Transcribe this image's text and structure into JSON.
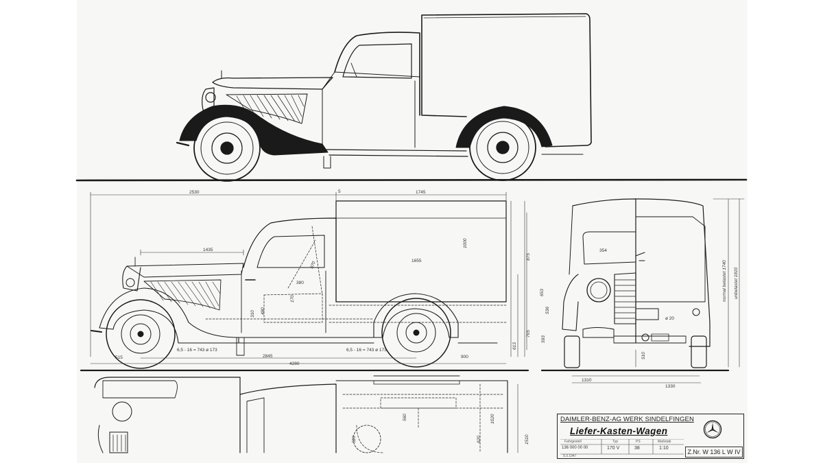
{
  "title_block": {
    "maker": "DAIMLER-BENZ-AG WERK SINDELFINGEN",
    "name": "Liefer-Kasten-Wagen",
    "headers": [
      "Fahrgestell",
      "Typ",
      "PS",
      "Maßstab"
    ],
    "values": [
      "136 000 00 00",
      "170 V",
      "38",
      "1:10"
    ],
    "date": "9.3.1947",
    "drawing_number": "Z.Nr. W 136 L W IV"
  },
  "dimensions": {
    "overall_length": "4280",
    "wheelbase": "2845",
    "front_to_bulkhead": "2530",
    "box_length": "1745",
    "box_inner": "1655",
    "box_height": "1000",
    "hood_length": "1435",
    "front_overhang": "515",
    "rear_overhang": "900",
    "tyre_front": "6,5 - 16 = 743 ø 173",
    "tyre_rear": "6,5 - 16 = 743 ø 173",
    "gap": "5",
    "seat_1": "380",
    "seat_2": "480",
    "seat_3": "310",
    "seat_4": "170",
    "seat_5": "870",
    "side_875": "875",
    "side_653": "653",
    "side_536": "536",
    "side_705": "705",
    "side_593": "593",
    "side_613": "613",
    "height_loaded": "normal belastet 1740",
    "height_unloaded": "unbelastet 1810",
    "track_front": "1310",
    "track_rear": "1330",
    "width_354": "354",
    "width_620": "ø 20",
    "clearance": "510",
    "plan_560": "560",
    "plan_1020": "1020",
    "plan_520": "520",
    "plan_1510": "1510",
    "plan_620": "620"
  },
  "colors": {
    "ink": "#1a1a1a",
    "paper": "#f7f7f6",
    "thin": "#555555"
  }
}
